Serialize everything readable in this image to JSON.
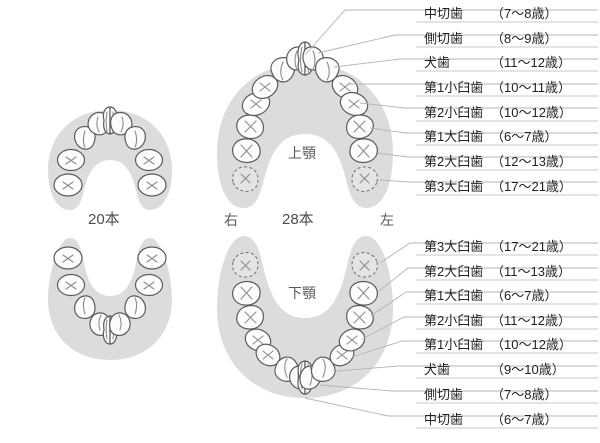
{
  "diagram": {
    "title_hidden": "",
    "primary": {
      "count_label": "20本",
      "upper_teeth": 10,
      "lower_teeth": 10
    },
    "permanent": {
      "count_label": "28本",
      "upper_jaw_label": "上顎",
      "lower_jaw_label": "下顎",
      "right_label": "右",
      "left_label": "左"
    }
  },
  "upper_labels": [
    {
      "name": "中切歯",
      "age": "（7〜8歳）"
    },
    {
      "name": "側切歯",
      "age": "（8〜9歳）"
    },
    {
      "name": "犬歯",
      "age": "（11〜12歳）"
    },
    {
      "name": "第1小臼歯",
      "age": "（10〜11歳）"
    },
    {
      "name": "第2小臼歯",
      "age": "（10〜12歳）"
    },
    {
      "name": "第1大臼歯",
      "age": "（6〜7歳）"
    },
    {
      "name": "第2大臼歯",
      "age": "（12〜13歳）"
    },
    {
      "name": "第3大臼歯",
      "age": "（17〜21歳）"
    }
  ],
  "lower_labels": [
    {
      "name": "第3大臼歯",
      "age": "（17〜21歳）"
    },
    {
      "name": "第2大臼歯",
      "age": "（11〜13歳）"
    },
    {
      "name": "第1大臼歯",
      "age": "（6〜7歳）"
    },
    {
      "name": "第2小臼歯",
      "age": "（11〜12歳）"
    },
    {
      "name": "第1小臼歯",
      "age": "（10〜12歳）"
    },
    {
      "name": "犬歯",
      "age": "（9〜10歳）"
    },
    {
      "name": "側切歯",
      "age": "（7〜8歳）"
    },
    {
      "name": "中切歯",
      "age": "（6〜7歳）"
    }
  ],
  "colors": {
    "gum": "#dcdcdc",
    "tooth_fill": "#fdfdfd",
    "tooth_stroke": "#58595b",
    "leader_line": "#b0b0b0",
    "text": "#231f20"
  }
}
